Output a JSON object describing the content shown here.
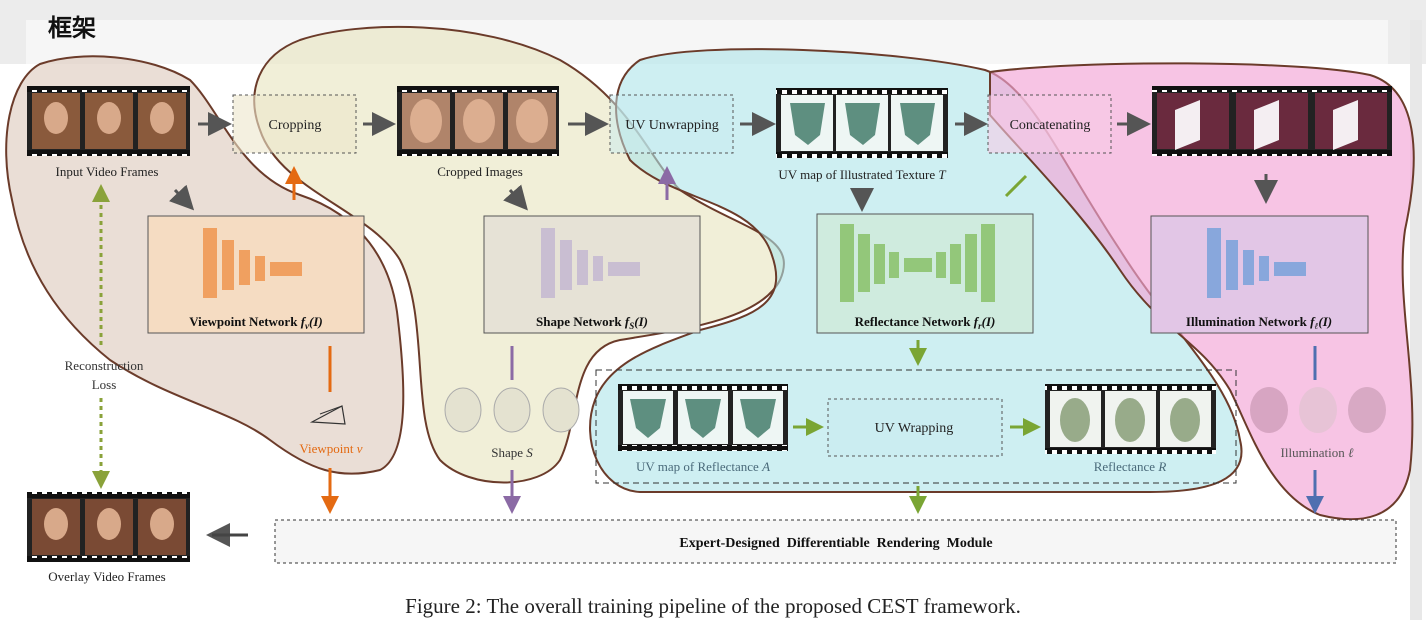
{
  "page": {
    "heading": "框架"
  },
  "diagram": {
    "caption": "Figure 2: The overall training pipeline of the proposed CEST framework.",
    "nodes": {
      "input_frames": "Input Video Frames",
      "cropping": "Cropping",
      "cropped_images": "Cropped Images",
      "uv_unwrapping": "UV Unwrapping",
      "uv_texture": "UV map of Illustrated Texture ",
      "uv_texture_sym": "T",
      "concatenating": "Concatenating",
      "viewpoint_net": "Viewpoint Network ",
      "viewpoint_sym": "f",
      "viewpoint_sub": "v",
      "viewpoint_arg": "(I)",
      "shape_net": "Shape Network ",
      "shape_sym": "f",
      "shape_sub": "S",
      "shape_arg": "(I)",
      "reflectance_net": "Reflectance Network ",
      "reflectance_sym": "f",
      "reflectance_sub": "r",
      "reflectance_arg": "(I)",
      "illumination_net": "Illumination Network ",
      "illumination_sym": "f",
      "illumination_sub": "ℓ",
      "illumination_arg": "(I)",
      "recon_loss_1": "Reconstruction",
      "recon_loss_2": "Loss",
      "viewpoint_v": "Viewpoint ",
      "viewpoint_v_sym": "v",
      "shape_s": "Shape ",
      "shape_s_sym": "S",
      "uv_reflectance": "UV map of Reflectance ",
      "uv_reflectance_sym": "A",
      "uv_wrapping": "UV Wrapping",
      "reflectance_r": "Reflectance ",
      "reflectance_r_sym": "R",
      "illumination_l": "Illumination ",
      "illumination_l_sym": "ℓ",
      "rendering": "Expert-Designed  Differentiable  Rendering  Module",
      "overlay_frames": "Overlay Video Frames"
    }
  },
  "colors": {
    "viewpoint": "#ef8a3a",
    "shape": "#a98fb8",
    "reflectance": "#87c06a",
    "illumination": "#7f9fd4",
    "green_arrow": "#7aa534",
    "purple_arrow": "#8b6aa5",
    "orange_arrow": "#e46a12",
    "blue_arrow": "#4f6fb0"
  }
}
